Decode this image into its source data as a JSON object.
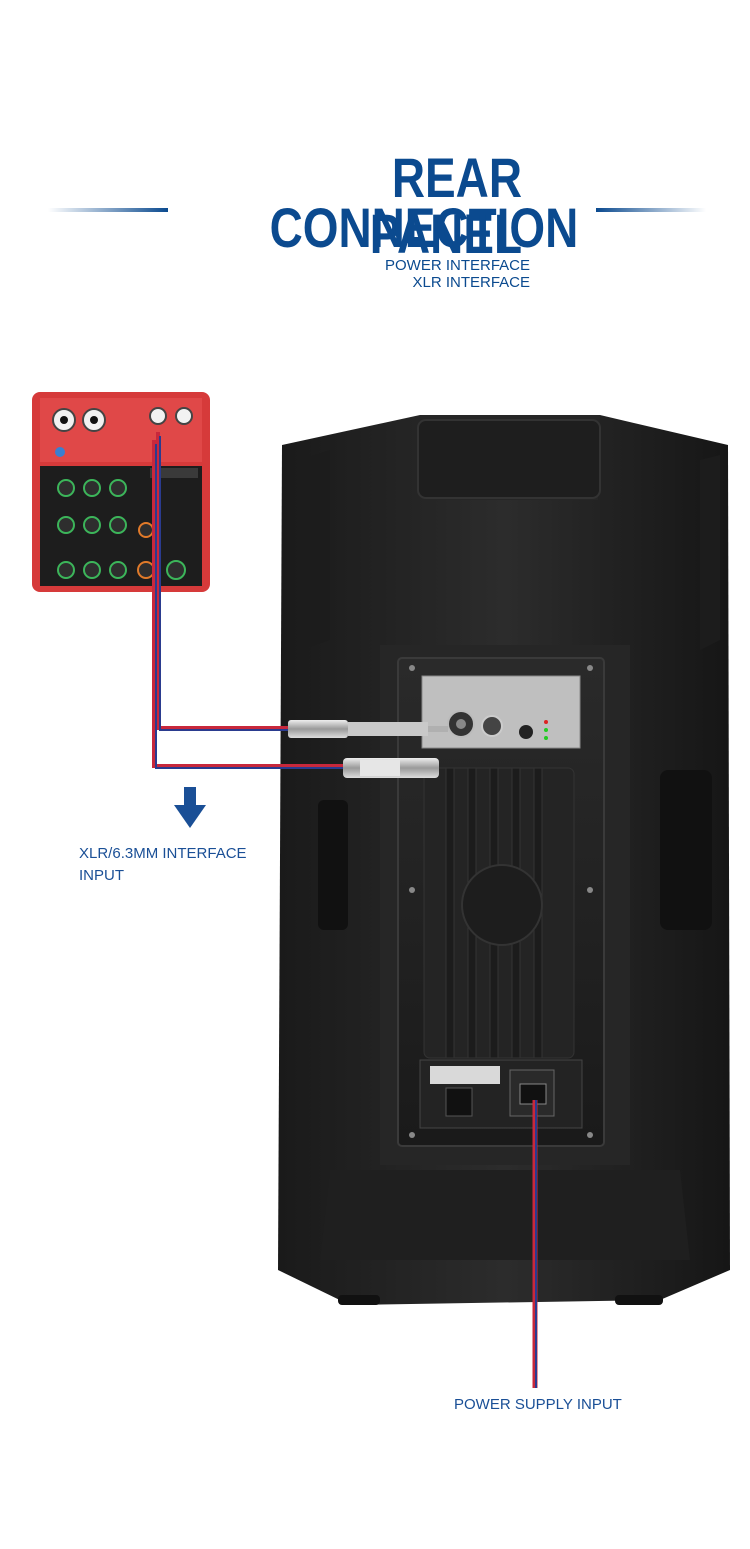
{
  "header": {
    "title_line1": "REAR PANEL",
    "title_line2": "CONNECTION",
    "subtitle_line1": "POWER INTERFACE",
    "subtitle_line2": "XLR INTERFACE"
  },
  "labels": {
    "xlr_line1": "XLR/6.3MM INTERFACE",
    "xlr_line2": "INPUT",
    "power": "POWER SUPPLY INPUT"
  },
  "colors": {
    "title": "#0b4a8f",
    "cable_red": "#c8283c",
    "cable_blue": "#2a3b8f",
    "speaker_body": "#222222",
    "mixer_red": "#d63a3a"
  }
}
